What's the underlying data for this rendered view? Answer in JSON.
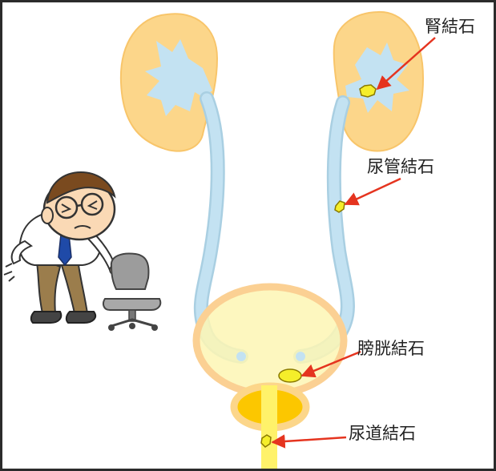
{
  "labels": {
    "kidney_stone": "腎結石",
    "ureter_stone": "尿管結石",
    "bladder_stone": "膀胱結石",
    "urethra_stone": "尿道結石"
  },
  "colors": {
    "kidney": "#fcd68a",
    "kidney_pelvis": "#c3e2f2",
    "ureter": "#c3e2f2",
    "ureter_edge": "#a9cfe2",
    "bladder_fill": "#fdf6b4",
    "bladder_rim": "#fbd093",
    "prostate": "#fcd68a",
    "urethra": "#fff26a",
    "stone": "#f5ee2a",
    "stone_edge": "#8a7a00",
    "arrow": "#e5341f"
  }
}
